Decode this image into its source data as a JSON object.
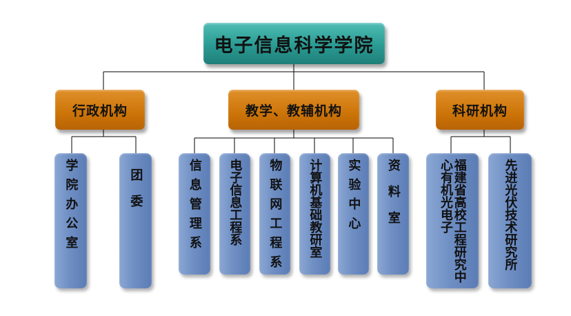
{
  "root": {
    "label": "电子信息科学学院"
  },
  "categories": [
    {
      "label": "行政机构",
      "departments": [
        {
          "label": "学院办公室"
        },
        {
          "label": "团委"
        }
      ]
    },
    {
      "label": "教学、教辅机构",
      "departments": [
        {
          "label": "信息管理系"
        },
        {
          "label": "电子信息工程系"
        },
        {
          "label": "物联网工程系"
        },
        {
          "label": "计算机基础教研室"
        },
        {
          "label": "实验中心"
        },
        {
          "label": "资料室"
        }
      ]
    },
    {
      "label": "科研机构",
      "departments": [
        {
          "label": "福建省高校工程研究中心有机光电子"
        },
        {
          "label": "先进光伏技术研究所"
        }
      ]
    }
  ],
  "colors": {
    "root": "#2a9b93",
    "category": "#cc7408",
    "department": "#6f8fc4",
    "connector": "#000000"
  }
}
